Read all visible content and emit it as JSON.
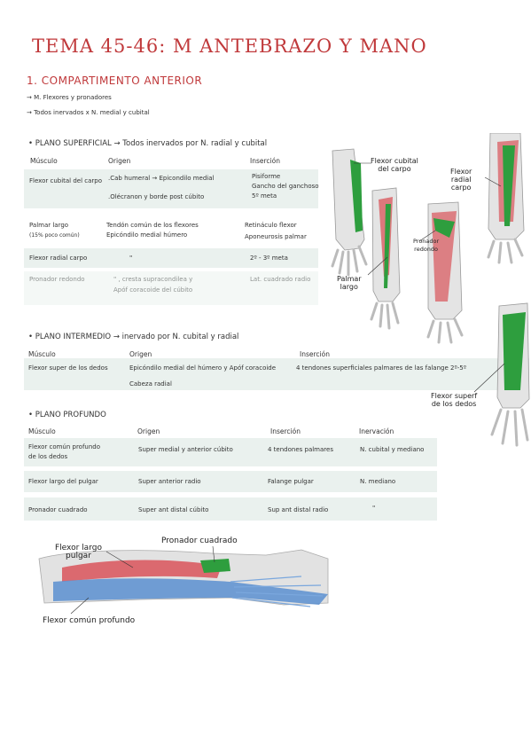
{
  "title": "TEMA 45-46: M ANTEBRAZO Y MANO",
  "section1": "1. COMPARTIMENTO ANTERIOR",
  "bullets": [
    "M. Flexores y pronadores",
    "Todos inervados x N. medial y cubital"
  ],
  "superficial": {
    "heading": "PLANO SUPERFICIAL → Todos inervados por N. radial y cubital",
    "headers": [
      "Músculo",
      "Origen",
      "Inserción"
    ],
    "rows": [
      {
        "muscle": "Flexor cubital del carpo",
        "origin": [
          ".Cab humeral → Epicondilo medial",
          ".Olécranon y borde post cúbito"
        ],
        "insertion": [
          "Pisiforme",
          "Gancho del ganchoso",
          "5º meta"
        ]
      },
      {
        "muscle": "Palmar largo",
        "muscle2": "(15% poco común)",
        "origin": [
          "Tendón común de los flexores",
          "Epicóndilo medial húmero"
        ],
        "insertion": [
          "Retináculo flexor",
          "Aponeurosis palmar"
        ]
      },
      {
        "muscle": "Flexor radial carpo",
        "origin": [
          "\""
        ],
        "insertion": [
          "2º - 3º meta"
        ]
      },
      {
        "muscle": "Pronador redondo",
        "origin": [
          "\" , cresta supracondilea y",
          "Apóf coracoide del cúbito"
        ],
        "insertion": [
          "Lat. cuadrado radio"
        ]
      }
    ]
  },
  "intermedio": {
    "heading": "PLANO INTERMEDIO → inervado por N. cubital y radial",
    "headers": [
      "Músculo",
      "Origen",
      "Inserción"
    ],
    "rows": [
      {
        "muscle": "Flexor super de los dedos",
        "origin": [
          "Epicóndilo medial del húmero y Apóf coracoide",
          "Cabeza radial"
        ],
        "insertion": [
          "4 tendones superficiales palmares de las falange 2º-5º"
        ]
      }
    ]
  },
  "profundo": {
    "heading": "PLANO PROFUNDO",
    "headers": [
      "Músculo",
      "Origen",
      "Inserción",
      "Inervación"
    ],
    "rows": [
      {
        "muscle": [
          "Flexor común profundo",
          "de los dedos"
        ],
        "origin": "Super medial y anterior cúbito",
        "insertion": "4 tendones palmares",
        "nerve": "N. cubital y mediano"
      },
      {
        "muscle": [
          "Flexor largo del pulgar"
        ],
        "origin": "Super anterior radio",
        "insertion": "Falange pulgar",
        "nerve": "N. mediano"
      },
      {
        "muscle": [
          "Pronador cuadrado"
        ],
        "origin": "Super ant distal cúbito",
        "insertion": "Sup ant distal radio",
        "nerve": "\""
      }
    ]
  },
  "figure_labels": {
    "fcc": [
      "Flexor cubital",
      "del carpo"
    ],
    "frc": [
      "Flexor",
      "radial",
      "carpo"
    ],
    "pr": [
      "Pronador",
      "redondo"
    ],
    "pl": [
      "Palmar",
      "largo"
    ],
    "fsd": [
      "Flexor superf",
      "de los dedos"
    ],
    "flp": [
      "Flexor largo",
      "pulgar"
    ],
    "pc": "Pronador cuadrado",
    "fcp": "Flexor común profundo"
  },
  "colors": {
    "accent_red": "#c0393b",
    "muscle_green": "#2e9e3e",
    "muscle_red": "#d9545a",
    "muscle_blue": "#5a8fd0",
    "table_band": "#eaf1ee"
  }
}
